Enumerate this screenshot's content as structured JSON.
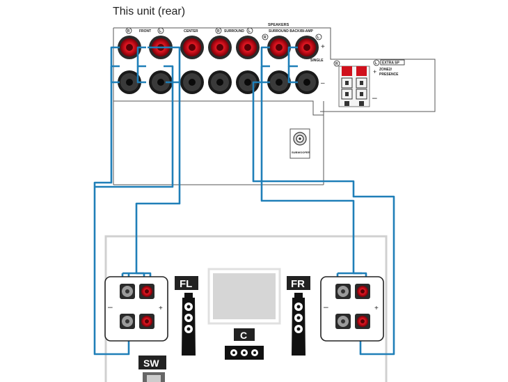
{
  "title": "This unit (rear)",
  "panel": {
    "speakers": "SPEAKERS",
    "front": "FRONT",
    "center": "CENTER",
    "surround": "SURROUND",
    "surround_back": "SURROUND BACK/BI-AMP",
    "single": "SINGLE",
    "extra_sp": "EXTRA SP",
    "zone2_line1": "ZONE2/",
    "zone2_line2": "PRESENCE",
    "subwoofer": "SUBWOOFER",
    "r": "R",
    "l": "L",
    "plus": "+",
    "minus": "–"
  },
  "speakers": {
    "fl": "FL",
    "fr": "FR",
    "c": "C",
    "sw": "SW"
  },
  "colors": {
    "cable": "#1f7fb8",
    "red": "#d0101c",
    "dark": "#222222",
    "panel_line": "#555555",
    "room_line": "#cccccc"
  }
}
